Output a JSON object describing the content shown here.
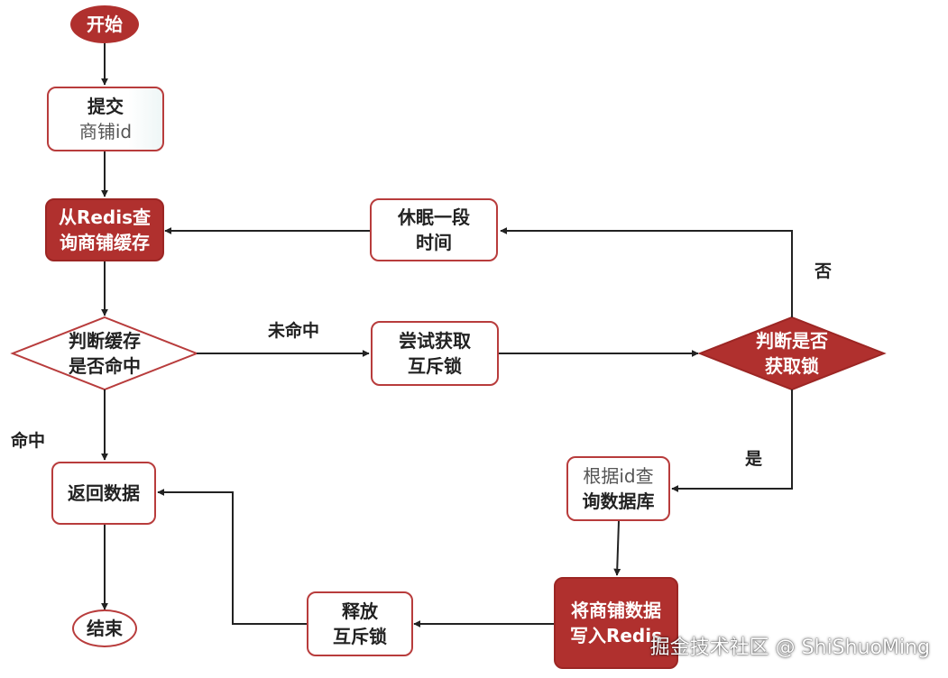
{
  "nodes": {
    "start": "开始",
    "submit": {
      "line1": "提交",
      "line2": "商铺id"
    },
    "query_redis": {
      "line1": "从Redis查",
      "line2": "询商铺缓存"
    },
    "check_cache": {
      "line1": "判断缓存",
      "line2": "是否命中"
    },
    "return_data": "返回数据",
    "end": "结束",
    "try_lock": {
      "line1": "尝试获取",
      "line2": "互斥锁"
    },
    "check_lock": {
      "line1": "判断是否",
      "line2": "获取锁"
    },
    "sleep": {
      "line1": "休眠一段",
      "line2": "时间"
    },
    "query_db": {
      "line1": "根据id查",
      "line2": "询数据库"
    },
    "write_redis": {
      "line1": "将商铺数据",
      "line2": "写入Redis"
    },
    "release_lock": {
      "line1": "释放",
      "line2": "互斥锁"
    }
  },
  "edge_labels": {
    "miss": "未命中",
    "hit": "命中",
    "no": "否",
    "yes": "是"
  },
  "watermark": "掘金技术社区 @ ShiShuoMing",
  "colors": {
    "accent": "#b0302e",
    "border": "#b83c3c",
    "line": "#222222"
  }
}
